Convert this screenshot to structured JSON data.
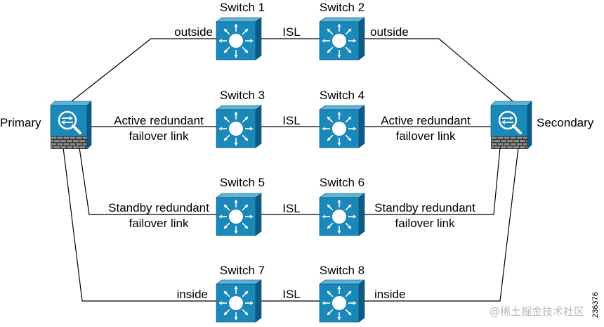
{
  "devices": {
    "primary": {
      "label": "Primary",
      "icon": "firewall-icon"
    },
    "secondary": {
      "label": "Secondary",
      "icon": "firewall-icon"
    }
  },
  "switches": [
    {
      "label": "Switch 1",
      "icon": "switch-icon"
    },
    {
      "label": "Switch 2",
      "icon": "switch-icon"
    },
    {
      "label": "Switch 3",
      "icon": "switch-icon"
    },
    {
      "label": "Switch 4",
      "icon": "switch-icon"
    },
    {
      "label": "Switch 5",
      "icon": "switch-icon"
    },
    {
      "label": "Switch 6",
      "icon": "switch-icon"
    },
    {
      "label": "Switch 7",
      "icon": "switch-icon"
    },
    {
      "label": "Switch 8",
      "icon": "switch-icon"
    }
  ],
  "links": {
    "isl": "ISL",
    "outside": "outside",
    "inside": "inside",
    "active_line1": "Active redundant",
    "standby_line1": "Standby redundant",
    "failover_line2": "failover link"
  },
  "figure_id": "236376",
  "watermark": "@稀土掘金技术社区",
  "colors": {
    "switch_face": "#1a88b9",
    "switch_top": "#5cb3d8",
    "switch_side": "#0c5b86",
    "line": "#000000"
  }
}
